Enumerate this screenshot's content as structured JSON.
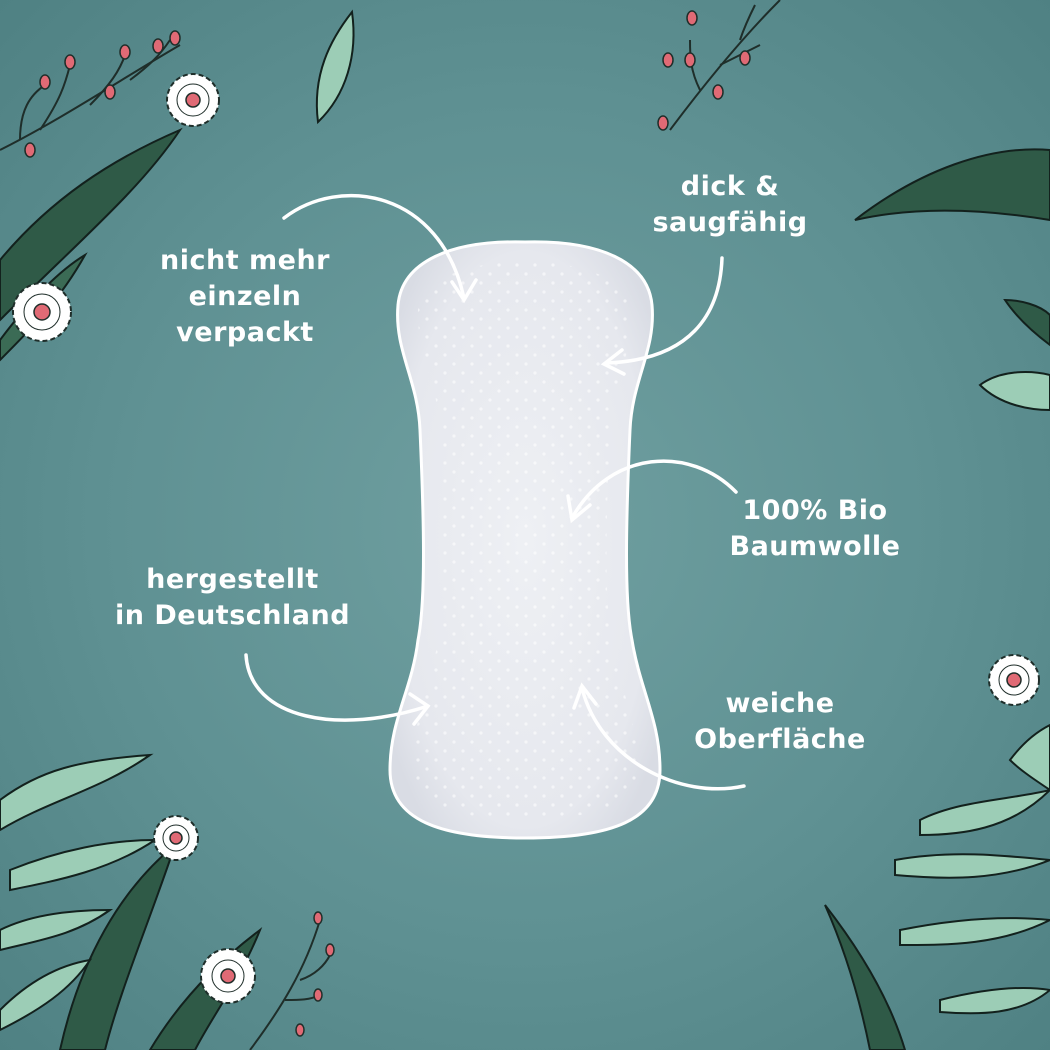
{
  "colors": {
    "background": "#5f9193",
    "leaf_dark": "#2f5a47",
    "leaf_light": "#9ccdb6",
    "berry": "#e06a75",
    "pad": "#f3f3f6",
    "text": "#ffffff"
  },
  "labels": {
    "not_individually_packed": [
      "nicht mehr",
      "einzeln",
      "verpackt"
    ],
    "thick_absorbent": [
      "dick &",
      "saugfähig"
    ],
    "organic_cotton": [
      "100% Bio",
      "Baumwolle"
    ],
    "made_in_germany": [
      "hergestellt",
      "in Deutschland"
    ],
    "soft_surface": [
      "weiche",
      "Oberfläche"
    ]
  }
}
